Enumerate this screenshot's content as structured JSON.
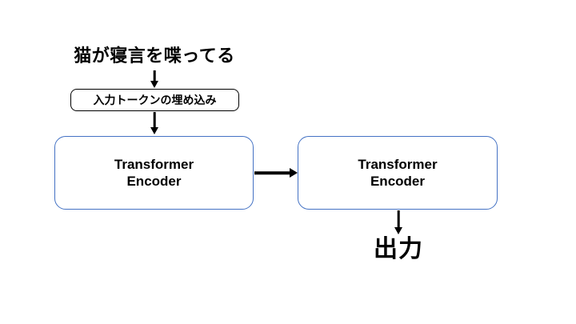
{
  "diagram": {
    "title_context": "Transformer encoder flow diagram",
    "input_sentence": "猫が寝言を喋ってる",
    "embedding_box": {
      "label": "入力トークンの埋め込み"
    },
    "encoder_left": {
      "label": "Transformer\nEncoder"
    },
    "encoder_right": {
      "label": "Transformer\nEncoder"
    },
    "output_label": "出力",
    "colors": {
      "background": "#ffffff",
      "text": "#000000",
      "arrow": "#000000",
      "embedding_border": "#000000",
      "encoder_border": "#4472C4"
    }
  }
}
